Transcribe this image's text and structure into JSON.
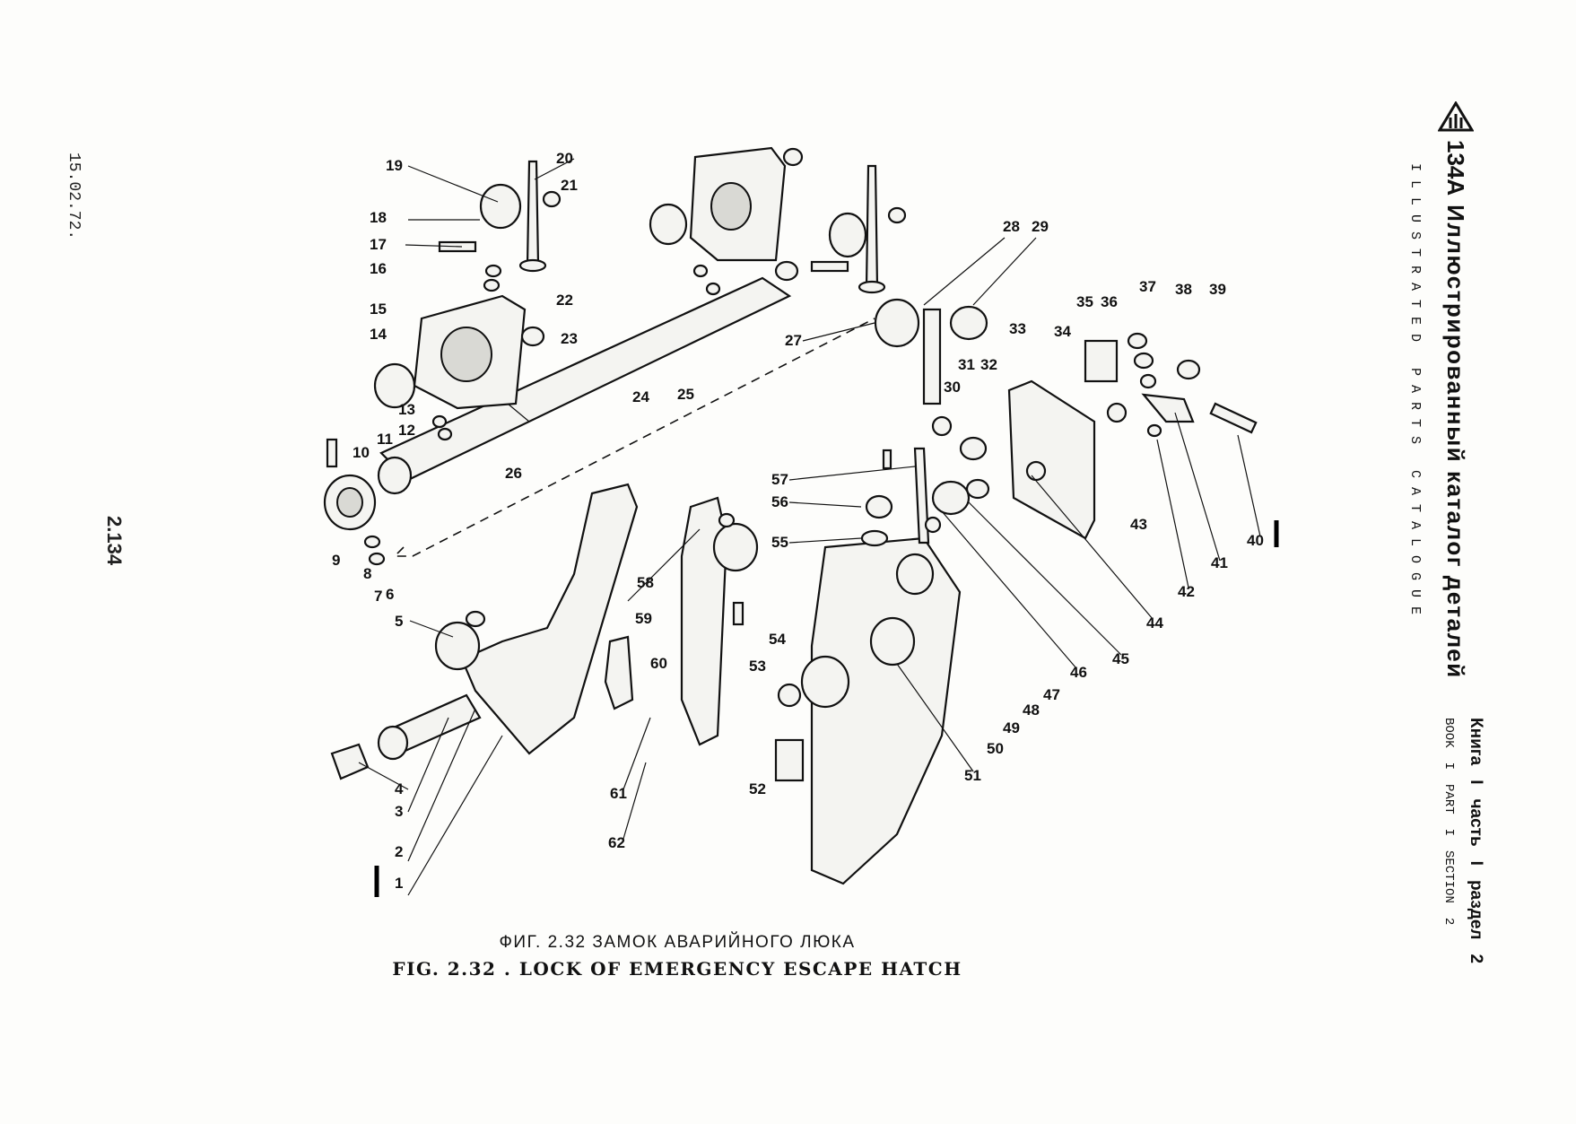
{
  "side_date": "15.02.72.",
  "page_number": "2.134",
  "catalog": {
    "model": "134А",
    "title_ru": "Иллюстрированный каталог деталей",
    "title_en": "ILLUSTRATED PARTS CATALOGUE",
    "book_ru": "Книга",
    "book_ru_value": "I",
    "part_ru": "часть",
    "part_ru_value": "I",
    "section_ru": "раздел",
    "section_ru_value": "2",
    "book_en": "BOOK",
    "book_en_value": "I",
    "part_en": "PART",
    "part_en_value": "I",
    "section_en": "SECTION",
    "section_en_value": "2"
  },
  "caption": {
    "ru": "ФИГ. 2.32  ЗАМОК АВАРИЙНОГО ЛЮКА",
    "en": "FIG. 2.32 . LOCK OF EMERGENCY ESCAPE HATCH"
  },
  "callouts": [
    "1",
    "2",
    "3",
    "4",
    "5",
    "6",
    "7",
    "8",
    "9",
    "10",
    "11",
    "12",
    "13",
    "14",
    "15",
    "16",
    "17",
    "18",
    "19",
    "20",
    "21",
    "22",
    "23",
    "24",
    "25",
    "26",
    "27",
    "28",
    "29",
    "30",
    "31",
    "32",
    "33",
    "34",
    "35",
    "36",
    "37",
    "38",
    "39",
    "40",
    "41",
    "42",
    "43",
    "44",
    "45",
    "46",
    "47",
    "48",
    "49",
    "50",
    "51",
    "52",
    "53",
    "54",
    "55",
    "56",
    "57",
    "58",
    "59",
    "60",
    "61",
    "62"
  ]
}
